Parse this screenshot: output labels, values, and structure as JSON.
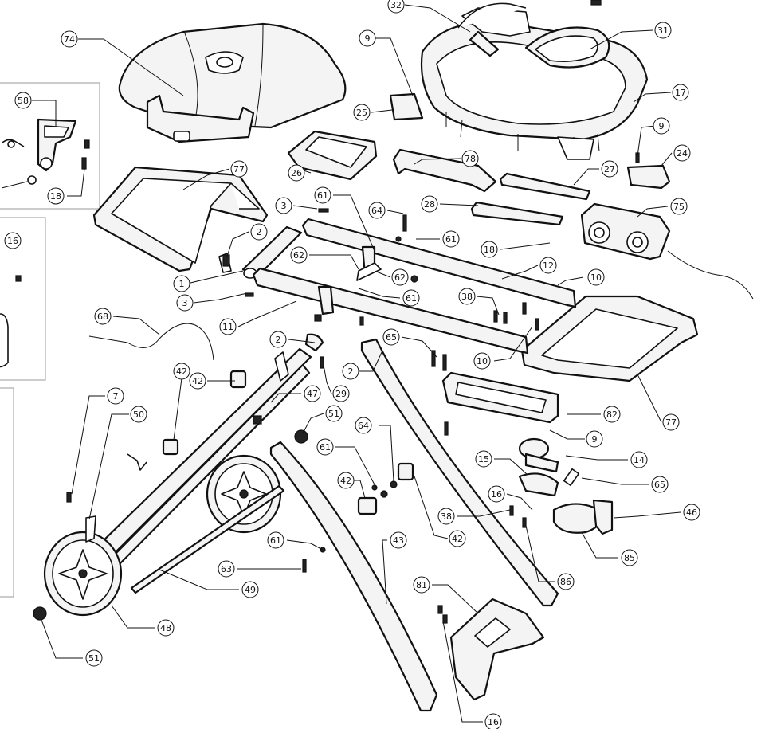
{
  "callouts": [
    {
      "id": "c1",
      "label": "32"
    },
    {
      "id": "c2",
      "label": "74"
    },
    {
      "id": "c3",
      "label": "9"
    },
    {
      "id": "c4",
      "label": "31"
    },
    {
      "id": "c5",
      "label": "58"
    },
    {
      "id": "c6",
      "label": "25"
    },
    {
      "id": "c7",
      "label": "17"
    },
    {
      "id": "c8",
      "label": "9"
    },
    {
      "id": "c9",
      "label": "24"
    },
    {
      "id": "c10",
      "label": "78"
    },
    {
      "id": "c11",
      "label": "18"
    },
    {
      "id": "c12",
      "label": "77"
    },
    {
      "id": "c13",
      "label": "26"
    },
    {
      "id": "c14",
      "label": "27"
    },
    {
      "id": "c15",
      "label": "61"
    },
    {
      "id": "c16",
      "label": "3"
    },
    {
      "id": "c17",
      "label": "28"
    },
    {
      "id": "c18",
      "label": "75"
    },
    {
      "id": "c19",
      "label": "64"
    },
    {
      "id": "c20",
      "label": "61"
    },
    {
      "id": "c21",
      "label": "16"
    },
    {
      "id": "c22",
      "label": "2"
    },
    {
      "id": "c23",
      "label": "18"
    },
    {
      "id": "c24",
      "label": "62"
    },
    {
      "id": "c25",
      "label": "12"
    },
    {
      "id": "c26",
      "label": "1"
    },
    {
      "id": "c27",
      "label": "62"
    },
    {
      "id": "c28",
      "label": "10"
    },
    {
      "id": "c29",
      "label": "61"
    },
    {
      "id": "c30",
      "label": "3"
    },
    {
      "id": "c31",
      "label": "38"
    },
    {
      "id": "c32",
      "label": "68"
    },
    {
      "id": "c33",
      "label": "11"
    },
    {
      "id": "c34",
      "label": "2"
    },
    {
      "id": "c35",
      "label": "65"
    },
    {
      "id": "c36",
      "label": "10"
    },
    {
      "id": "c37",
      "label": "42"
    },
    {
      "id": "c38",
      "label": "2"
    },
    {
      "id": "c39",
      "label": "29"
    },
    {
      "id": "c40",
      "label": "42"
    },
    {
      "id": "c41",
      "label": "47"
    },
    {
      "id": "c42",
      "label": "7"
    },
    {
      "id": "c43",
      "label": "50"
    },
    {
      "id": "c44",
      "label": "51"
    },
    {
      "id": "c45",
      "label": "82"
    },
    {
      "id": "c46",
      "label": "77"
    },
    {
      "id": "c47",
      "label": "64"
    },
    {
      "id": "c48",
      "label": "9"
    },
    {
      "id": "c49",
      "label": "61"
    },
    {
      "id": "c50",
      "label": "15"
    },
    {
      "id": "c51",
      "label": "14"
    },
    {
      "id": "c52",
      "label": "42"
    },
    {
      "id": "c53",
      "label": "65"
    },
    {
      "id": "c54",
      "label": "16"
    },
    {
      "id": "c55",
      "label": "46"
    },
    {
      "id": "c56",
      "label": "38"
    },
    {
      "id": "c57",
      "label": "42"
    },
    {
      "id": "c58",
      "label": "61"
    },
    {
      "id": "c59",
      "label": "43"
    },
    {
      "id": "c60",
      "label": "85"
    },
    {
      "id": "c61",
      "label": "63"
    },
    {
      "id": "c62",
      "label": "49"
    },
    {
      "id": "c63",
      "label": "86"
    },
    {
      "id": "c64",
      "label": "81"
    },
    {
      "id": "c65",
      "label": "48"
    },
    {
      "id": "c66",
      "label": "51"
    },
    {
      "id": "c67",
      "label": "16"
    }
  ]
}
